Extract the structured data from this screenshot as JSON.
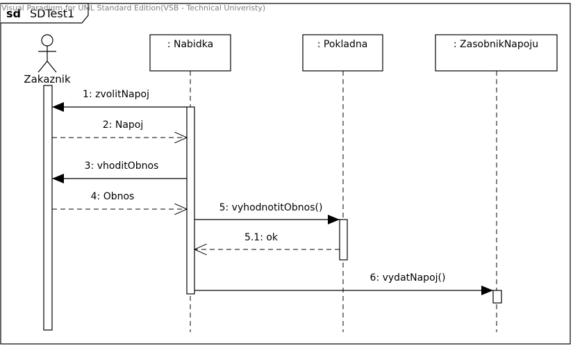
{
  "watermark": "Visual Paradigm for UML Standard Edition(VSB - Technical Univeristy)",
  "frame": {
    "keyword": "sd",
    "name": "SDTest1"
  },
  "actor": {
    "name": "Zakaznik"
  },
  "lifelines": [
    {
      "id": "nabidka",
      "label": ": Nabidka"
    },
    {
      "id": "pokladna",
      "label": ": Pokladna"
    },
    {
      "id": "zasobnik",
      "label": ": ZasobnikNapoju"
    }
  ],
  "messages": [
    {
      "id": "m1",
      "label": "1: zvolitNapoj",
      "kind": "sync"
    },
    {
      "id": "m2",
      "label": "2: Napoj",
      "kind": "return"
    },
    {
      "id": "m3",
      "label": "3: vhoditObnos",
      "kind": "sync"
    },
    {
      "id": "m4",
      "label": "4: Obnos",
      "kind": "return"
    },
    {
      "id": "m5",
      "label": "5: vyhodnotitObnos()",
      "kind": "sync"
    },
    {
      "id": "m51",
      "label": "5.1: ok",
      "kind": "return"
    },
    {
      "id": "m6",
      "label": "6: vydatNapoj()",
      "kind": "sync"
    }
  ]
}
